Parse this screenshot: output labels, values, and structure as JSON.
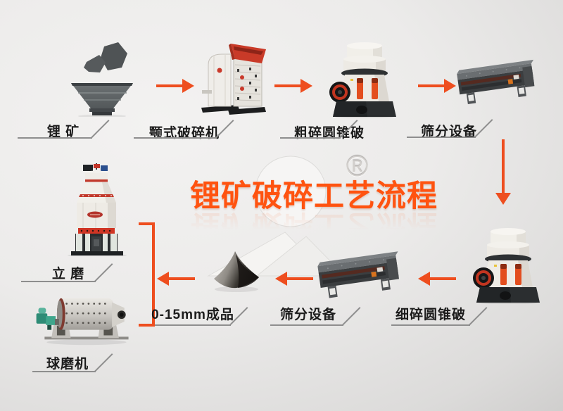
{
  "title": {
    "text": "锂矿破碎工艺流程",
    "registered_mark": "®"
  },
  "colors": {
    "accent_arrow_orange": "#ee4e1f",
    "title_orange": "#ff5310",
    "label_text": "#1b1b1b",
    "label_line_gray": "#8e8e8e",
    "machine_red": "#c9392a",
    "machine_dark_gray": "#3b3e40",
    "background_light": "#f3f2f1",
    "background_dark": "#b9b8b7"
  },
  "nodes": {
    "ore": {
      "label": "锂 矿",
      "icon": "ore-hopper-icon"
    },
    "jaw_crusher": {
      "label": "颚式破碎机",
      "icon": "jaw-crusher-icon"
    },
    "coarse_cone": {
      "label": "粗碎圆锥破",
      "icon": "cone-crusher-icon"
    },
    "screen_top": {
      "label": "筛分设备",
      "icon": "vibrating-screen-icon"
    },
    "fine_cone": {
      "label": "细碎圆锥破",
      "icon": "cone-crusher-icon"
    },
    "screen_bottom": {
      "label": "筛分设备",
      "icon": "vibrating-screen-icon"
    },
    "product": {
      "label": "0-15mm成品",
      "icon": "product-pile-icon"
    },
    "vertical_mill": {
      "label": "立 磨",
      "icon": "vertical-mill-icon"
    },
    "ball_mill": {
      "label": "球磨机",
      "icon": "ball-mill-icon"
    }
  },
  "flow_sequence": [
    "锂 矿",
    "颚式破碎机",
    "粗碎圆锥破",
    "筛分设备",
    "细碎圆锥破",
    "筛分设备",
    "0-15mm成品",
    "立 磨",
    "球磨机"
  ]
}
